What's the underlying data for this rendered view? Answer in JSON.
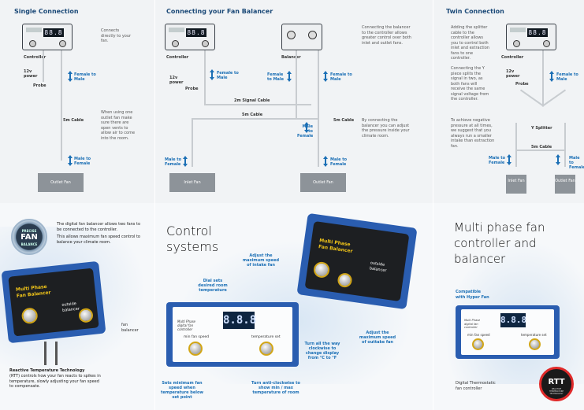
{
  "panels": {
    "single": {
      "heading": "Single Connection",
      "note1": "Connects directly to your fan.",
      "note2": "When using one outlet fan make sure there are open vents to allow air to come into the room.",
      "controller": "Controller",
      "power": "12v power",
      "probe": "Probe",
      "f2m": "Female to Male",
      "cable": "5m Cable",
      "m2f": "Male to Female",
      "fan": "Outlet Fan",
      "display": "88.8"
    },
    "balancer": {
      "heading": "Connecting your Fan Balancer",
      "note1": "Connecting the balancer to the controller allows greater control over both inlet and outlet fans.",
      "note2": "By connecting the balancer you can adjust the pressure inside your climate room.",
      "controller": "Controller",
      "balancer": "Balancer",
      "power": "12v power",
      "probe": "Probe",
      "f2m": "Female to Male",
      "f2m2": "Female to Male",
      "f2m3": "Female to Male",
      "signal": "2m Signal Cable",
      "cable": "5m Cable",
      "cable2": "5m Cable",
      "m2f": "Male to Female",
      "m2f2": "Male to Female",
      "m2f3": "Male to Female",
      "inlet": "Inlet Fan",
      "outlet": "Outlet Fan",
      "display": "88.8"
    },
    "twin": {
      "heading": "Twin Connection",
      "note1": "Adding the splitter cable to the controller allows you to control both inlet and extraction fans to one controller.",
      "note2": "Connecting the Y piece splits the signal in two, as both fans will receive the same signal voltage from the controller.",
      "note3": "To achieve negative pressure at all times, we suggest that you always run a smaller intake than extraction fan.",
      "controller": "Controller",
      "power": "12v power",
      "probe": "Probe",
      "f2m": "Female to Male",
      "splitter": "Y Splitter",
      "cable": "5m Cable",
      "m2f": "Male to Female",
      "m2f2": "Male to Female",
      "inlet": "Inlet Fan",
      "outlet": "Outlet Fan",
      "display": "88.8"
    }
  },
  "bottom": {
    "left": {
      "badge_line1": "PRECISE",
      "badge_line2": "FAN",
      "badge_line3": "BALANCE",
      "text1": "The digital fan balancer allows two fans to be connected to the controller.",
      "text2": "This allows maximum fan speed control to balance your climate room.",
      "device_line1": "Multi Phase",
      "device_line2": "Fan Balancer",
      "device_side1": "outside",
      "device_side2": "balancer",
      "caption1": "fan",
      "caption2": "balancer",
      "rtt_title": "Reactive Temperature Technology",
      "rtt_text": "(RTT) controls how your fan reacts to spikes in temperature, slowly adjusting your fan speed to compensate."
    },
    "middle": {
      "title_line1": "Control",
      "title_line2": "systems",
      "c_dial": "Dial sets desired room temperature",
      "c_intake": "Adjust the maximum speed of intake fan",
      "c_clockwise": "Turn all the way clockwise to change display from °C to °F",
      "c_outtake": "Adjust the maximum speed of outtake fan",
      "c_minspeed": "Sets minimum fan speed when temperature below set point",
      "c_anticlock": "Turn anti-clockwise to show min / max temperature of room",
      "dev_label": "Multi Phase digital fan controller",
      "dev_min": "min fan speed",
      "dev_temp": "temperature set",
      "dev_display": "8.8.8",
      "bal_line1": "Multi Phase",
      "bal_line2": "Fan Balancer",
      "bal_side1": "outside",
      "bal_side2": "balancer"
    },
    "right": {
      "title_line1": "Multi phase fan",
      "title_line2": "controller and",
      "title_line3": "balancer",
      "compat1": "Compatible",
      "compat2": "with Hyper Fan",
      "dev_label": "Multi Phase digital fan controller",
      "dev_min": "min fan speed",
      "dev_temp": "temperature set",
      "dev_display": "8.8.8",
      "caption1": "Digital Thermostatic",
      "caption2": "fan controller",
      "rtt_badge": "RTT",
      "rtt_sub": "REACTIVE TEMPERATURE TECHNOLOGY"
    }
  }
}
